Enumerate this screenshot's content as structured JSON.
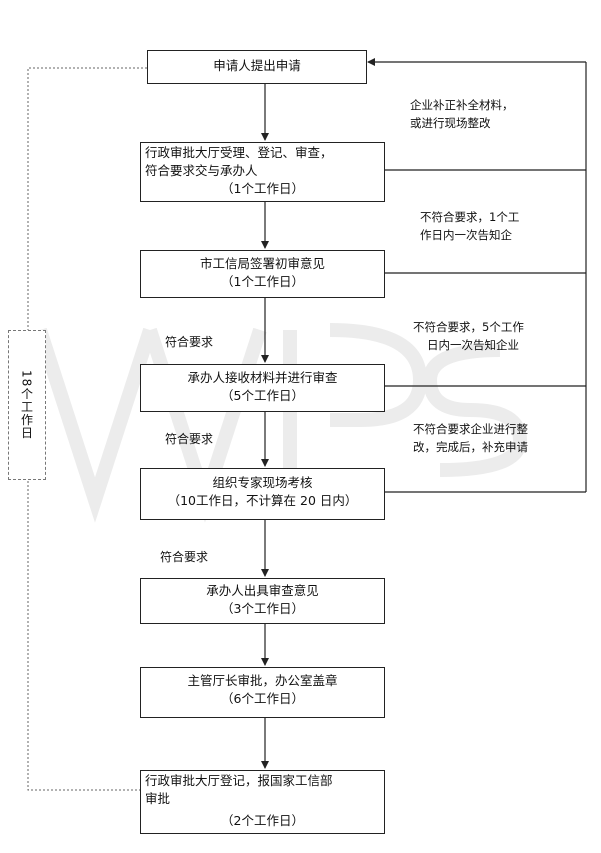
{
  "steps": [
    {
      "lines": [
        "申请人提出申请"
      ]
    },
    {
      "lines": [
        "行政审批大厅受理、登记、审查，",
        "符合要求交与承办人",
        "（1个工作日）"
      ]
    },
    {
      "lines": [
        "市工信局签署初审意见",
        "（1个工作日）"
      ]
    },
    {
      "lines": [
        "承办人接收材料并进行审查",
        "（5个工作日）"
      ]
    },
    {
      "lines": [
        "组织专家现场考核",
        "（10工作日，不计算在 20 日内）"
      ]
    },
    {
      "lines": [
        "承办人出具审查意见",
        "（3个工作日）"
      ]
    },
    {
      "lines": [
        "主管厅长审批，办公室盖章",
        "（6个工作日）"
      ]
    },
    {
      "lines": [
        "行政审批大厅登记，报国家工信部",
        "审批",
        "（2个工作日）"
      ]
    }
  ],
  "flow_labels": [
    "符合要求",
    "符合要求",
    "符合要求"
  ],
  "feedback": [
    [
      "企业补正补全材料，",
      "或进行现场整改"
    ],
    [
      "不符合要求，1个工",
      "作日内一次告知企"
    ],
    [
      "不符合要求，5个工作",
      "日内一次告知企业"
    ],
    [
      "不符合要求企业进行整",
      "改，完成后，补充申请"
    ]
  ],
  "total_label": "18个工作日",
  "colors": {
    "line": "#222222",
    "dotted": "#666666",
    "watermark": "#e6e6e6"
  }
}
